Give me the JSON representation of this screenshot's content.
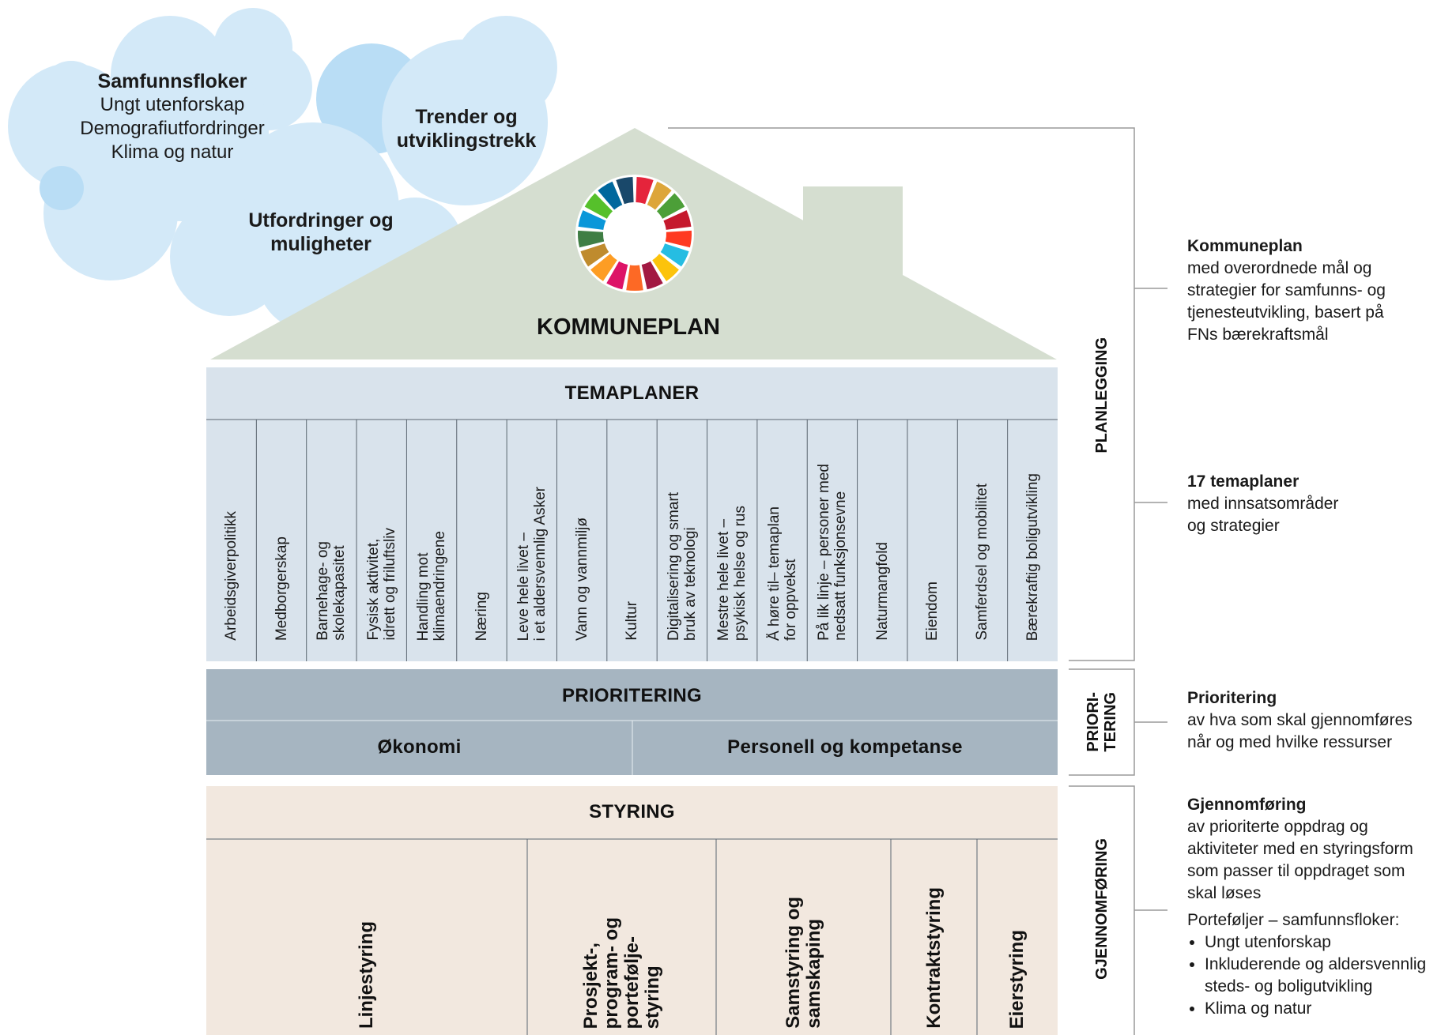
{
  "clouds": {
    "samfunnsfloker": {
      "title": "Samfunnsfloker",
      "lines": [
        "Ungt utenforskap",
        "Demografiutfordringer",
        "Klima og natur"
      ]
    },
    "trender": "Trender og\nutviklingstrekk",
    "utfordringer": "Utfordringer og\nmuligheter"
  },
  "roof": {
    "title": "KOMMUNEPLAN"
  },
  "sdg_wheel": {
    "colors": [
      "#E5243B",
      "#DDA63A",
      "#4C9F38",
      "#C5192D",
      "#FF3A21",
      "#26BDE2",
      "#FCC30B",
      "#A21942",
      "#FD6925",
      "#DD1367",
      "#FD9D24",
      "#BF8B2E",
      "#3F7E44",
      "#0A97D9",
      "#56C02B",
      "#00689D",
      "#19486A"
    ]
  },
  "temaplaner": {
    "title": "TEMAPLANER",
    "items": [
      "Arbeidsgiverpolitikk",
      "Medborgerskap",
      "Barnehage- og\nskolekapasitet",
      "Fysisk aktivitet,\nidrett og friluftsliv",
      "Handling mot\nklimaendringene",
      "Næring",
      "Leve hele livet –\ni et aldersvennlig Asker",
      "Vann og vannmiljø",
      "Kultur",
      "Digitalisering og smart\nbruk av teknologi",
      "Mestre hele livet –\npsykisk helse og rus",
      "Å høre til– temaplan\nfor oppvekst",
      "På lik linje – personer med\nnedsatt funksjonsevne",
      "Naturmangfold",
      "Eiendom",
      "Samferdsel og mobilitet",
      "Bærekraftig boligutvikling"
    ]
  },
  "prioritering": {
    "title": "PRIORITERING",
    "left": "Økonomi",
    "right": "Personell og kompetanse"
  },
  "styring": {
    "title": "STYRING",
    "items": [
      "Linjestyring",
      "Prosjekt-,\nprogram- og\nportefølje-\nstyring",
      "Samstyring og\nsamskaping",
      "Kontraktstyring",
      "Eierstyring"
    ]
  },
  "side_labels": {
    "planlegging": "PLANLEGGING",
    "prioritering": "PRIORI-\nTERING",
    "gjennomforing": "GJENNOMFØRING"
  },
  "descriptions": {
    "kommuneplan": {
      "heading": "Kommuneplan",
      "text": "med overordnede mål og\nstrategier for samfunns- og\ntjenesteutvikling, basert på\nFNs bærekraftsmål"
    },
    "temaplaner": {
      "heading": "17 temaplaner",
      "text": "med innsatsområder\nog strategier"
    },
    "prioritering": {
      "heading": "Prioritering",
      "text": "av hva som skal gjennomføres\nnår og med hvilke ressurser"
    },
    "gjennomforing": {
      "heading": "Gjennomføring",
      "text": "av prioriterte oppdrag og\naktiviteter med en styringsform\nsom passer til oppdraget som\nskal løses",
      "portfolio_intro": "Porteføljer – samfunnsfloker:",
      "portfolio": [
        "Ungt utenforskap",
        "Inkluderende og aldersvennlig\nsteds- og boligutvikling",
        "Klima og natur"
      ]
    }
  },
  "colors": {
    "cloud_light": "#D3E9F8",
    "cloud_mid": "#B9DDF5",
    "roof": "#D5DED0",
    "temaplaner_bg": "#D9E3EC",
    "prioritering_bg": "#A6B5C1",
    "styring_bg": "#F2E8DF"
  }
}
